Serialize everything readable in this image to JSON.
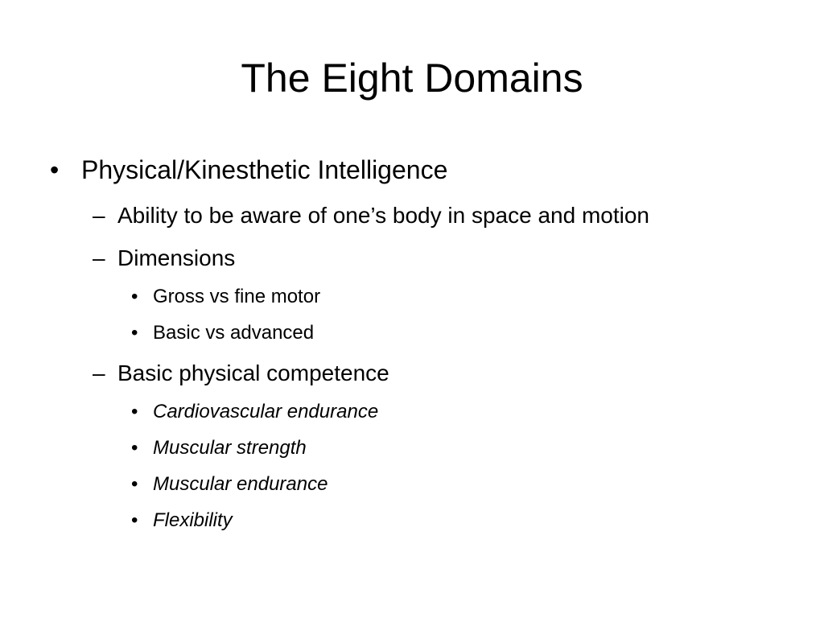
{
  "slide": {
    "title": "The Eight Domains",
    "level1": {
      "bullet": "•",
      "text": "Physical/Kinesthetic Intelligence"
    },
    "level2": [
      {
        "marker": "–",
        "text": "Ability to be aware of one’s body in space and motion"
      },
      {
        "marker": "–",
        "text": "Dimensions"
      },
      {
        "marker": "–",
        "text": "Basic physical competence"
      }
    ],
    "dimensions": [
      {
        "bullet": "•",
        "text": "Gross vs fine motor"
      },
      {
        "bullet": "•",
        "text": "Basic vs advanced"
      }
    ],
    "competence": [
      {
        "bullet": "•",
        "text": "Cardiovascular endurance"
      },
      {
        "bullet": "•",
        "text": "Muscular strength"
      },
      {
        "bullet": "•",
        "text": "Muscular endurance"
      },
      {
        "bullet": "•",
        "text": "Flexibility"
      }
    ]
  }
}
